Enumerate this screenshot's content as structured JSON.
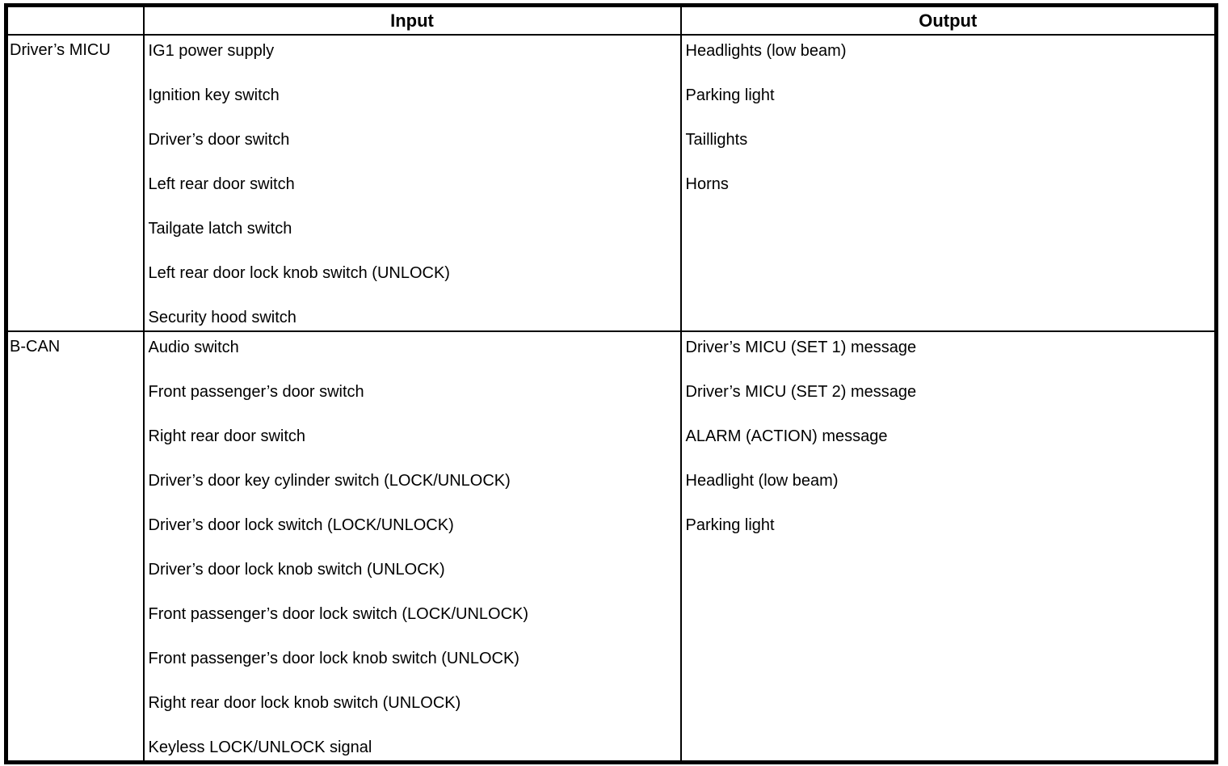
{
  "page": {
    "background": "#ffffff",
    "border_color": "#000000",
    "text_color": "#000000"
  },
  "table": {
    "header": {
      "source": "",
      "input": "Input",
      "output": "Output"
    },
    "rows": [
      {
        "source": "Driver’s MICU",
        "inputs": [
          "IG1 power supply",
          "Ignition key switch",
          "Driver’s door switch",
          "Left rear door switch",
          "Tailgate latch switch",
          "Left rear door lock knob switch (UNLOCK)",
          "Security hood switch"
        ],
        "outputs": [
          "Headlights (low beam)",
          "Parking light",
          "Taillights",
          "Horns"
        ]
      },
      {
        "source": "B-CAN",
        "inputs": [
          "Audio switch",
          "Front passenger’s door switch",
          "Right rear door switch",
          "Driver’s door key cylinder switch (LOCK/UNLOCK)",
          "Driver’s door lock switch (LOCK/UNLOCK)",
          "Driver’s door lock knob switch (UNLOCK)",
          "Front passenger’s door lock switch (LOCK/UNLOCK)",
          "Front passenger’s door lock knob switch (UNLOCK)",
          "Right rear door lock knob switch (UNLOCK)",
          "Keyless LOCK/UNLOCK signal"
        ],
        "outputs": [
          "Driver’s MICU (SET 1) message",
          "Driver’s MICU (SET 2) message",
          "ALARM (ACTION) message",
          "Headlight (low beam)",
          "Parking light"
        ]
      }
    ]
  }
}
